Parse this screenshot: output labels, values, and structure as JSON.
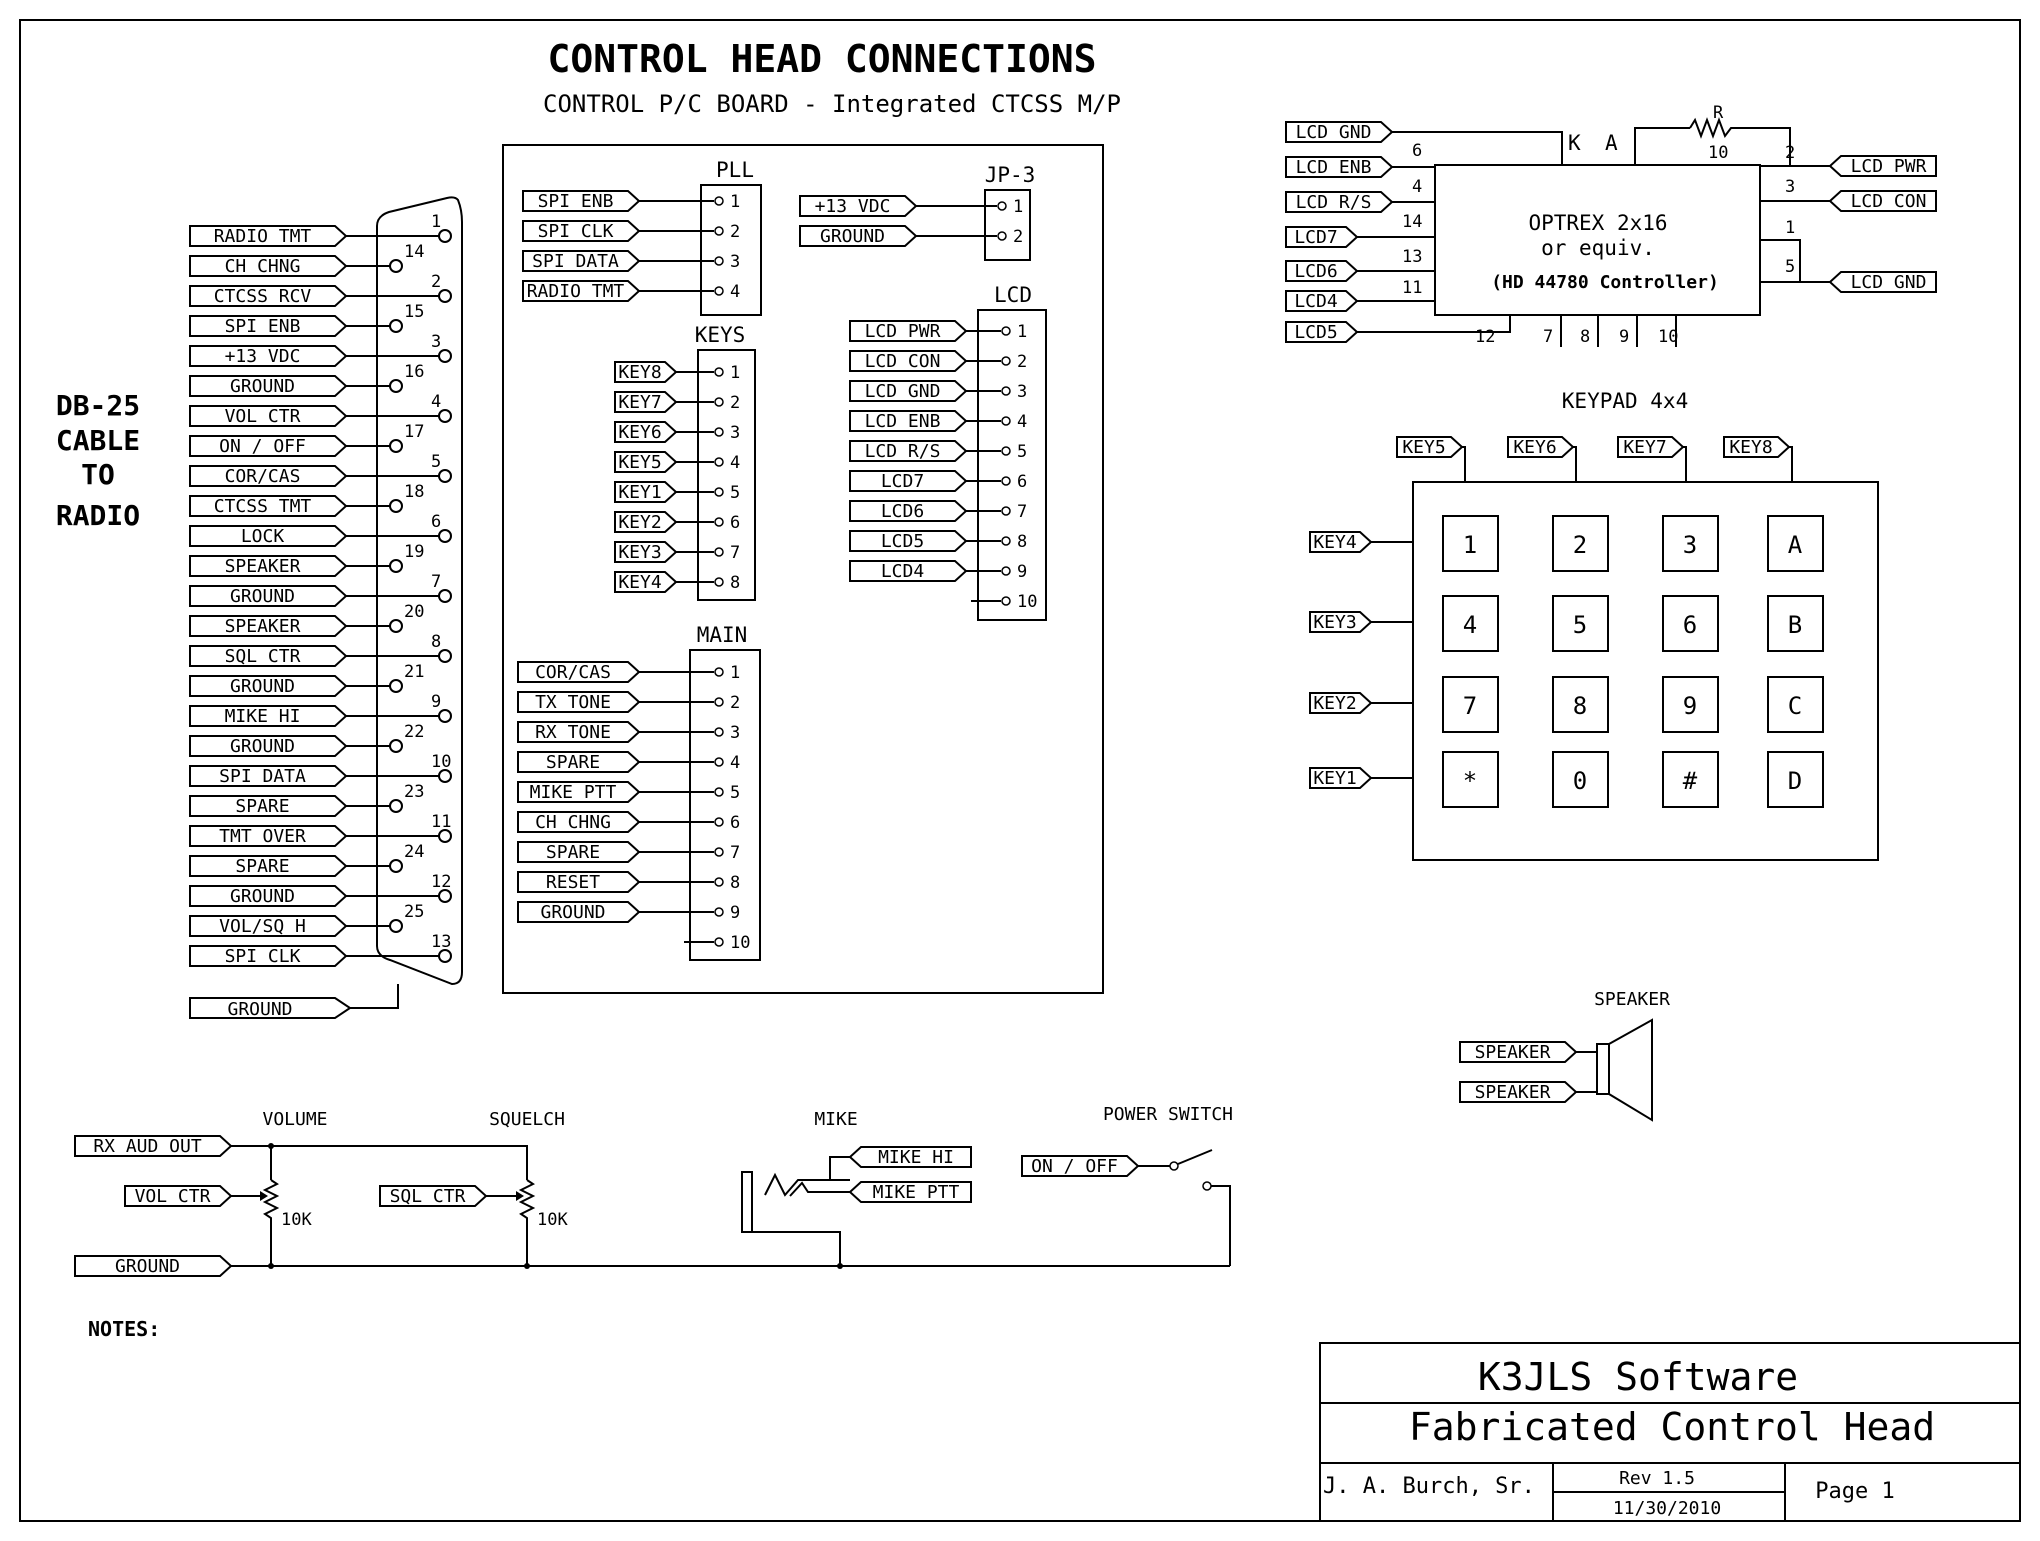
{
  "title": "CONTROL HEAD CONNECTIONS",
  "subtitle": "CONTROL P/C BOARD - Integrated CTCSS M/P",
  "side_label": [
    "DB-25",
    "CABLE",
    "TO",
    "RADIO"
  ],
  "db25": {
    "rows": [
      {
        "label": "RADIO TMT",
        "pin": "1"
      },
      {
        "label": "CH CHNG",
        "pin": "14"
      },
      {
        "label": "CTCSS RCV",
        "pin": "2"
      },
      {
        "label": "SPI ENB",
        "pin": "15"
      },
      {
        "label": "+13 VDC",
        "pin": "3"
      },
      {
        "label": "GROUND",
        "pin": "16"
      },
      {
        "label": "VOL CTR",
        "pin": "4"
      },
      {
        "label": "ON / OFF",
        "pin": "17"
      },
      {
        "label": "COR/CAS",
        "pin": "5"
      },
      {
        "label": "CTCSS TMT",
        "pin": "18"
      },
      {
        "label": "LOCK",
        "pin": "6"
      },
      {
        "label": "SPEAKER",
        "pin": "19"
      },
      {
        "label": "GROUND",
        "pin": "7"
      },
      {
        "label": "SPEAKER",
        "pin": "20"
      },
      {
        "label": "SQL CTR",
        "pin": "8"
      },
      {
        "label": "GROUND",
        "pin": "21"
      },
      {
        "label": "MIKE HI",
        "pin": "9"
      },
      {
        "label": "GROUND",
        "pin": "22"
      },
      {
        "label": "SPI DATA",
        "pin": "10"
      },
      {
        "label": "SPARE",
        "pin": "23"
      },
      {
        "label": "TMT OVER",
        "pin": "11"
      },
      {
        "label": "SPARE",
        "pin": "24"
      },
      {
        "label": "GROUND",
        "pin": "12"
      },
      {
        "label": "VOL/SQ H",
        "pin": "25"
      },
      {
        "label": "SPI CLK",
        "pin": "13"
      }
    ],
    "shell_label": "GROUND"
  },
  "pll": {
    "title": "PLL",
    "labels": [
      "SPI ENB",
      "SPI CLK",
      "SPI DATA",
      "RADIO TMT"
    ],
    "pins": [
      "1",
      "2",
      "3",
      "4"
    ]
  },
  "jp3": {
    "title": "JP-3",
    "labels": [
      "+13 VDC",
      "GROUND"
    ],
    "pins": [
      "1",
      "2"
    ]
  },
  "keys_header": {
    "title": "KEYS",
    "labels": [
      "KEY8",
      "KEY7",
      "KEY6",
      "KEY5",
      "KEY1",
      "KEY2",
      "KEY3",
      "KEY4"
    ],
    "pins": [
      "1",
      "2",
      "3",
      "4",
      "5",
      "6",
      "7",
      "8"
    ]
  },
  "lcd_header": {
    "title": "LCD",
    "labels": [
      "LCD PWR",
      "LCD CON",
      "LCD GND",
      "LCD ENB",
      "LCD R/S",
      "LCD7",
      "LCD6",
      "LCD5",
      "LCD4",
      ""
    ],
    "pins": [
      "1",
      "2",
      "3",
      "4",
      "5",
      "6",
      "7",
      "8",
      "9",
      "10"
    ]
  },
  "main_header": {
    "title": "MAIN",
    "labels": [
      "COR/CAS",
      "TX TONE",
      "RX TONE",
      "SPARE",
      "MIKE PTT",
      "CH CHNG",
      "SPARE",
      "RESET",
      "GROUND",
      ""
    ],
    "pins": [
      "1",
      "2",
      "3",
      "4",
      "5",
      "6",
      "7",
      "8",
      "9",
      "10"
    ]
  },
  "lcd_module": {
    "name": "OPTREX 2x16",
    "equiv": "or equiv.",
    "controller": "(HD 44780 Controller)",
    "left_labels": [
      "LCD GND",
      "LCD ENB",
      "LCD R/S",
      "LCD7",
      "LCD6",
      "LCD4",
      "LCD5"
    ],
    "left_pins": [
      "6",
      "4",
      "14",
      "13",
      "11",
      "12"
    ],
    "right_labels": [
      "LCD PWR",
      "LCD CON",
      "LCD GND"
    ],
    "right_pins": [
      "2",
      "3",
      "1",
      "5"
    ],
    "bottom_pins": [
      "7",
      "8",
      "9",
      "10"
    ],
    "k_label": "K",
    "a_label": "A",
    "r_label": "R",
    "r_value": "10"
  },
  "keypad": {
    "title": "KEYPAD  4x4",
    "top_labels": [
      "KEY5",
      "KEY6",
      "KEY7",
      "KEY8"
    ],
    "left_labels": [
      "KEY4",
      "KEY3",
      "KEY2",
      "KEY1"
    ],
    "keys": [
      "1",
      "2",
      "3",
      "A",
      "4",
      "5",
      "6",
      "B",
      "7",
      "8",
      "9",
      "C",
      "*",
      "0",
      "#",
      "D"
    ]
  },
  "speaker": {
    "title": "SPEAKER",
    "labels": [
      "SPEAKER",
      "SPEAKER"
    ]
  },
  "controls": {
    "volume": "VOLUME",
    "squelch": "SQUELCH",
    "mike": "MIKE",
    "power": "POWER SWITCH",
    "rx_aud_out": "RX AUD OUT",
    "vol_ctr": "VOL CTR",
    "sql_ctr": "SQL CTR",
    "ground": "GROUND",
    "pot_value": "10K",
    "mike_hi": "MIKE HI",
    "mike_ptt": "MIKE PTT",
    "on_off": "ON / OFF"
  },
  "notes": "NOTES:",
  "title_block": {
    "company": "K3JLS Software",
    "project": "Fabricated Control Head",
    "author": "J. A. Burch, Sr.",
    "rev": "Rev 1.5",
    "date": "11/30/2010",
    "page": "Page 1"
  }
}
